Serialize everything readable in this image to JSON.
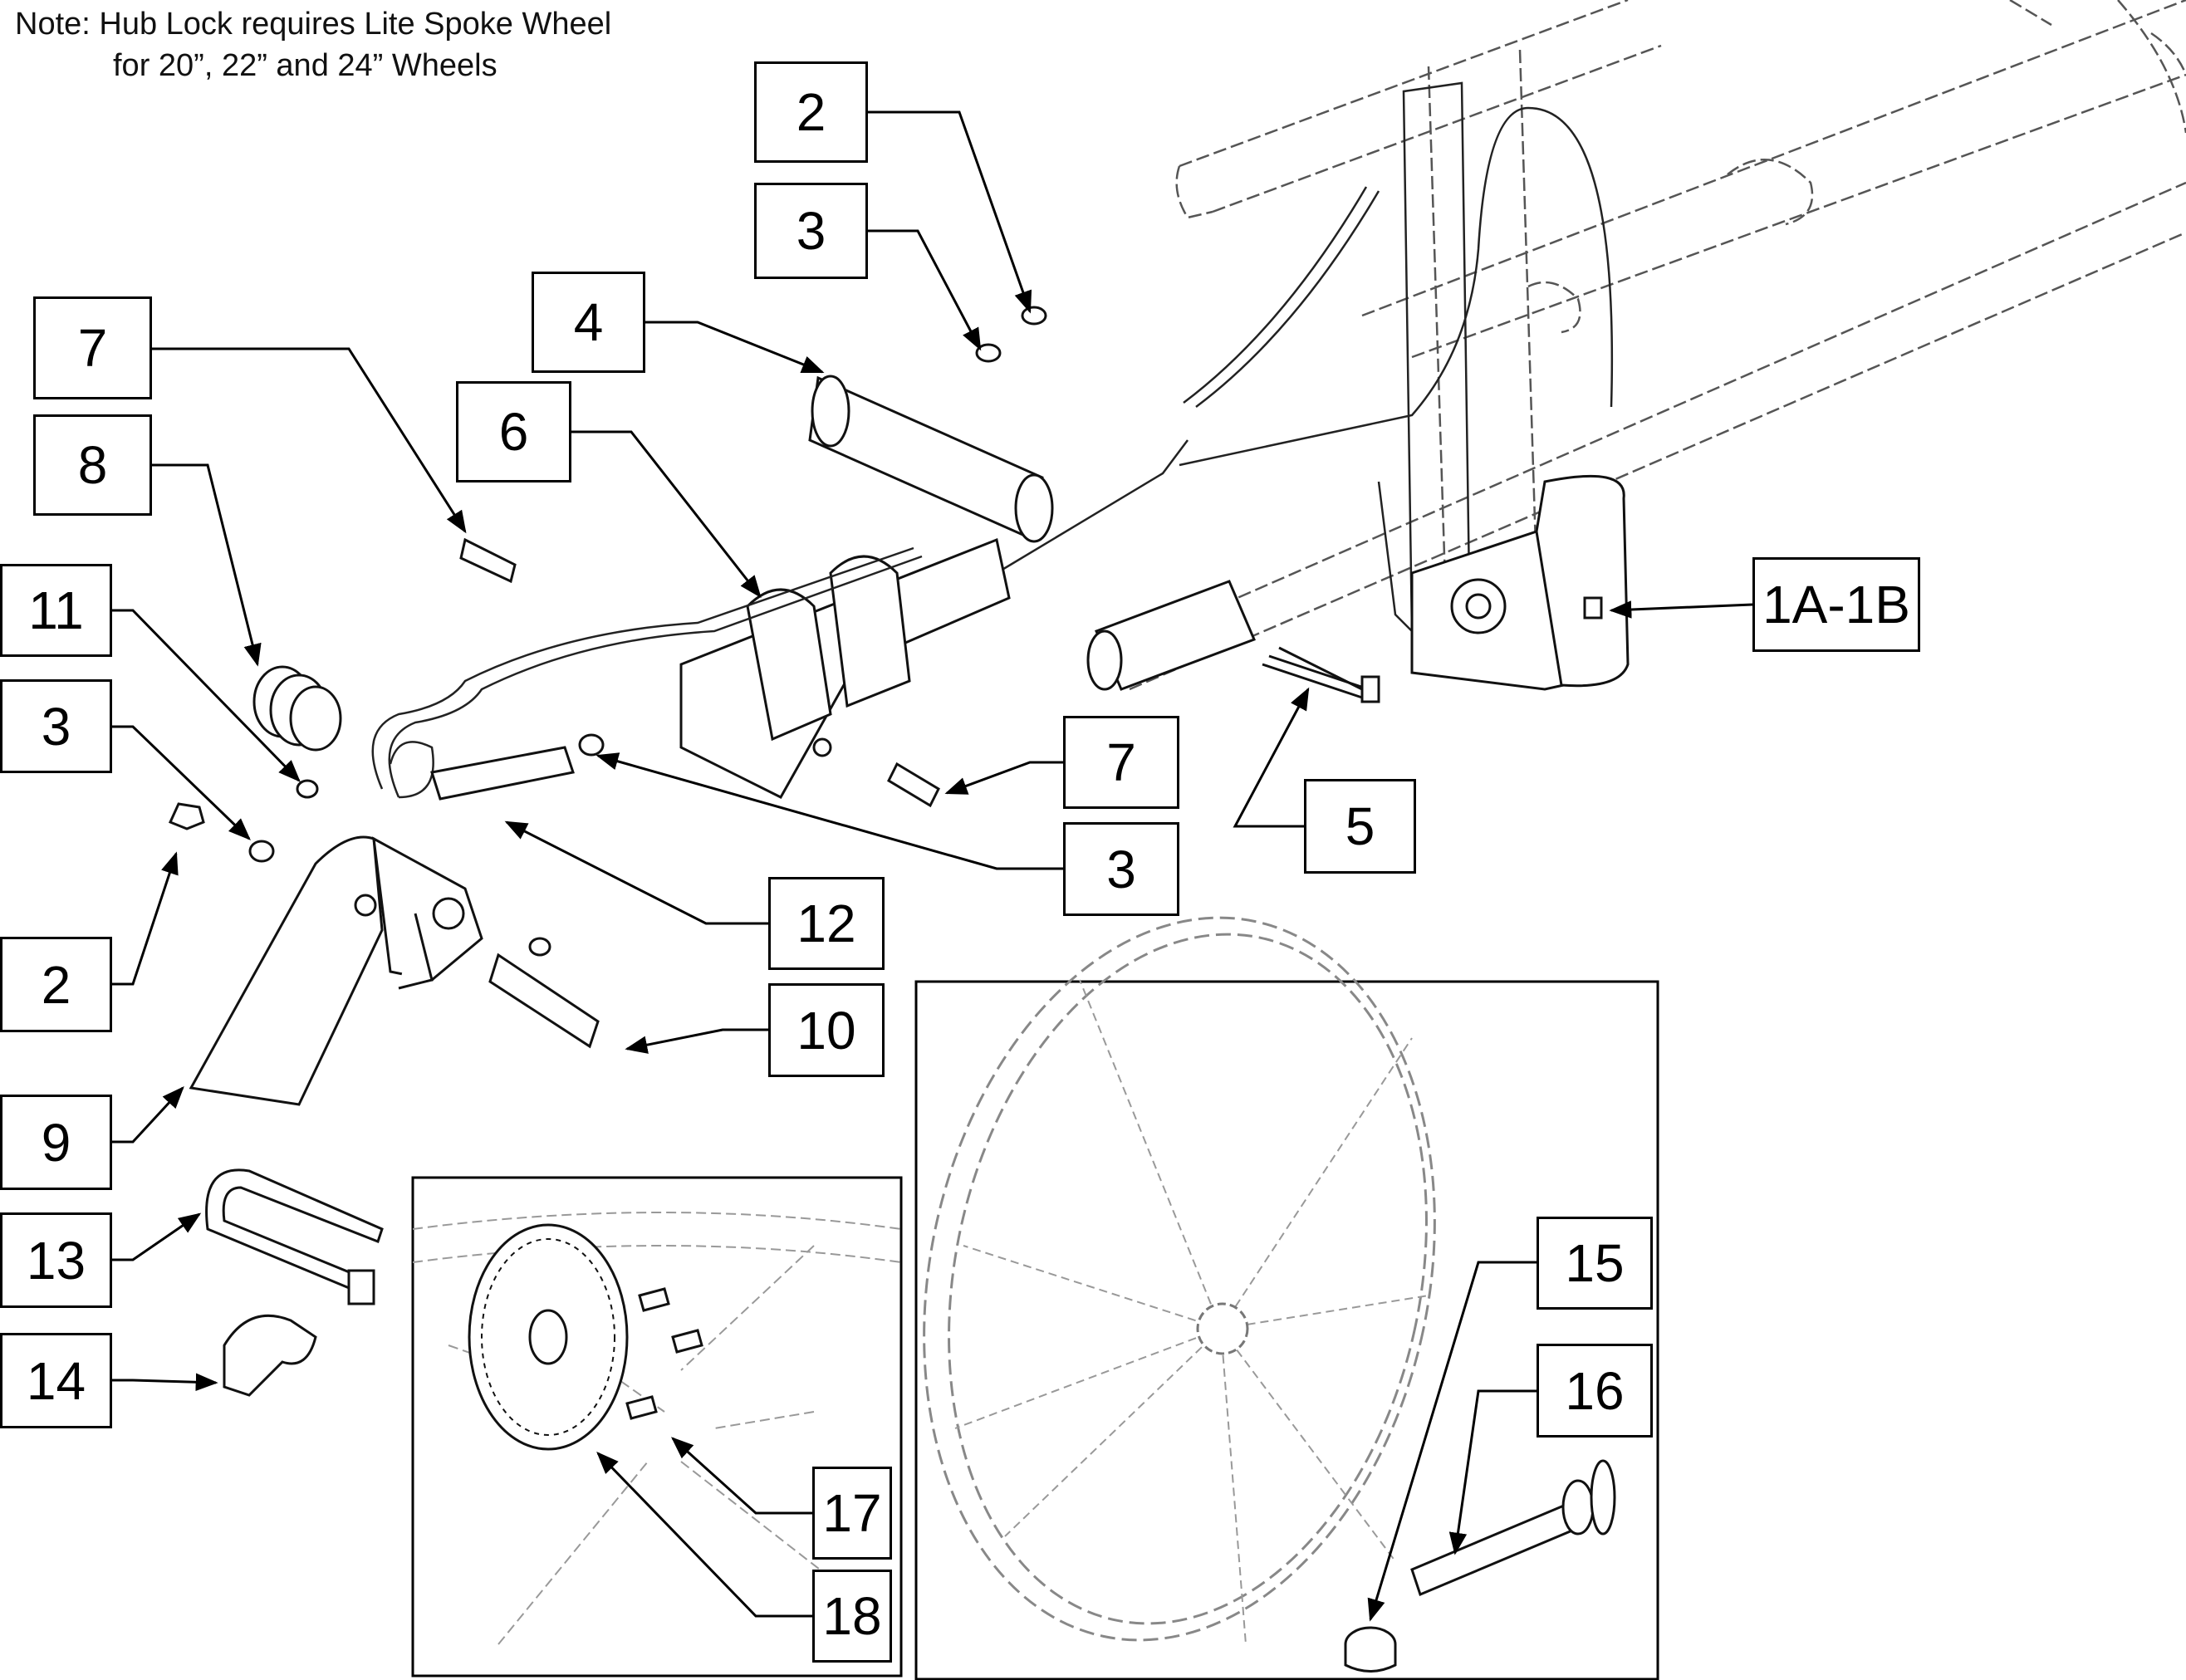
{
  "note": {
    "line1": "Note: Hub Lock requires Lite Spoke Wheel",
    "line2": "for 20”, 22” and 24” Wheels"
  },
  "callouts": {
    "c2_top": "2",
    "c3_top": "3",
    "c4": "4",
    "c7_top": "7",
    "c6": "6",
    "c8": "8",
    "c11": "11",
    "c3_left": "3",
    "c2_left": "2",
    "c9": "9",
    "c13": "13",
    "c14": "14",
    "c7_mid": "7",
    "c3_mid": "3",
    "c12": "12",
    "c10": "10",
    "c5": "5",
    "c1a1b": "1A-1B",
    "c15": "15",
    "c16": "16",
    "c17": "17",
    "c18": "18"
  },
  "colors": {
    "line": "#000000",
    "ghost": "#8a8a8a",
    "background": "#ffffff"
  }
}
